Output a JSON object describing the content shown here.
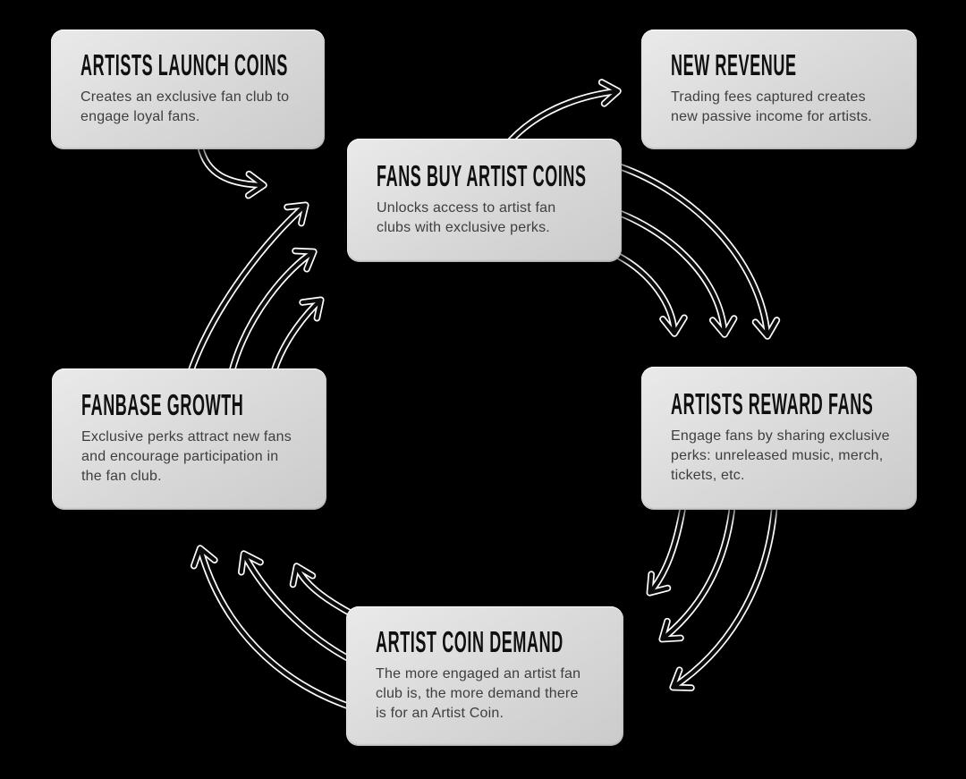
{
  "diagram": {
    "background_color": "#000000",
    "card_fill_color": "#d8d8d8",
    "title_color": "#101010",
    "body_color": "#3e3e3e",
    "arrow_color": "#0b0b0b",
    "arrow_outline_color": "#ffffff",
    "nodes": [
      {
        "id": "artists-launch-coins",
        "title": "ARTISTS LAUNCH COINS",
        "body": "Creates an exclusive fan club to\nengage loyal fans."
      },
      {
        "id": "new-revenue",
        "title": "NEW REVENUE",
        "body": "Trading fees captured creates\nnew passive income for artists."
      },
      {
        "id": "fans-buy-artist-coins",
        "title": "FANS BUY ARTIST COINS",
        "body": "Unlocks access to artist fan\nclubs with exclusive perks."
      },
      {
        "id": "fanbase-growth",
        "title": "FANBASE GROWTH",
        "body": "Exclusive perks attract new fans\nand encourage participation in\nthe fan club."
      },
      {
        "id": "artists-reward-fans",
        "title": "ARTISTS REWARD FANS",
        "body": "Engage fans by sharing exclusive\nperks: unreleased music, merch,\ntickets, etc."
      },
      {
        "id": "artist-coin-demand",
        "title": "ARTIST COIN DEMAND",
        "body": "The more engaged an artist fan\nclub is, the more demand there\nis for an Artist Coin."
      }
    ],
    "edges": [
      {
        "from": "artists-launch-coins",
        "to": "fans-buy-artist-coins",
        "arrows": 1
      },
      {
        "from": "fans-buy-artist-coins",
        "to": "new-revenue",
        "arrows": 1
      },
      {
        "from": "fans-buy-artist-coins",
        "to": "artists-reward-fans",
        "arrows": 3
      },
      {
        "from": "artists-reward-fans",
        "to": "artist-coin-demand",
        "arrows": 3
      },
      {
        "from": "artist-coin-demand",
        "to": "fanbase-growth",
        "arrows": 3
      },
      {
        "from": "fanbase-growth",
        "to": "fans-buy-artist-coins",
        "arrows": 3
      }
    ]
  }
}
